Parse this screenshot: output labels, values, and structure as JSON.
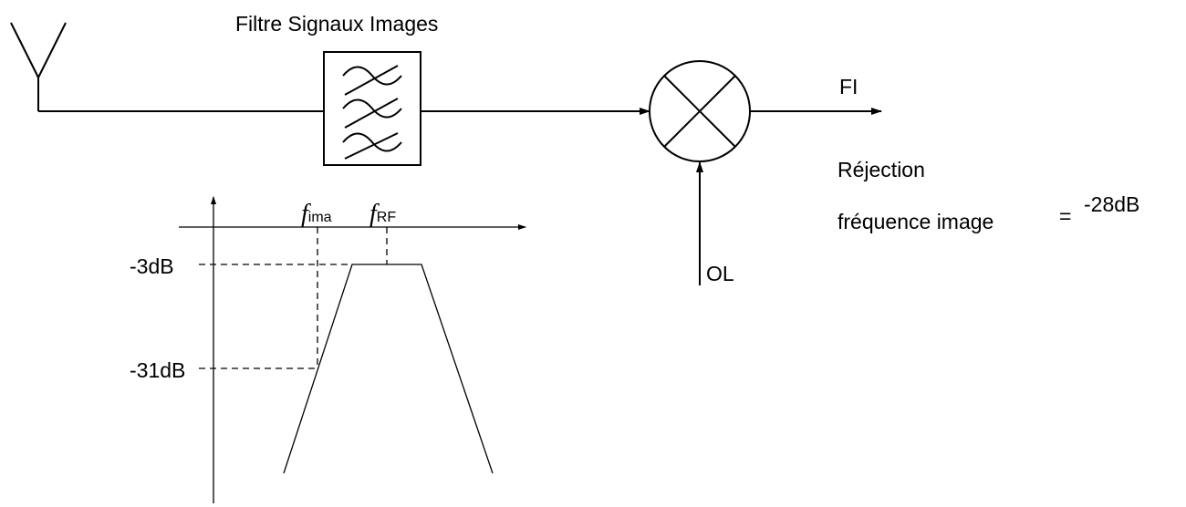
{
  "filter": {
    "title": "Filtre Signaux Images"
  },
  "output": {
    "label": "FI"
  },
  "oscillator": {
    "label": "OL"
  },
  "rejection": {
    "line1": "Réjection",
    "line2": "fréquence image",
    "equals": "=",
    "value": "-28dB"
  },
  "response": {
    "freq_symbol": "f",
    "image_freq_sub": "ima",
    "rf_freq_sub": "RF",
    "level_3db": "-3dB",
    "level_31db": "-31dB"
  },
  "icons": {
    "antenna": "antenna-icon",
    "filter": "bandpass-filter-icon",
    "mixer": "mixer-icon"
  }
}
